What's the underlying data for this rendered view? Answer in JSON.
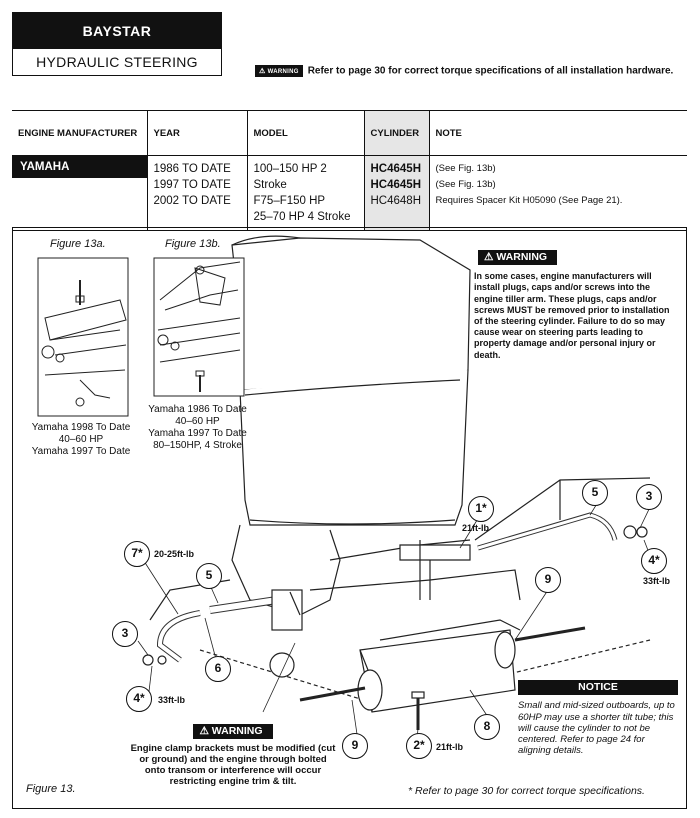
{
  "header": {
    "brand": "BAYSTAR",
    "product": "HYDRAULIC STEERING",
    "warning_badge": "WARNING",
    "torque_note": "Refer to page 30 for correct torque specifications of all installation hardware."
  },
  "table": {
    "headers": {
      "manufacturer": "ENGINE MANUFACTURER",
      "year": "YEAR",
      "model": "MODEL",
      "cylinder": "CYLINDER",
      "note": "NOTE"
    },
    "manufacturer": "YAMAHA",
    "rows": [
      {
        "year": "1986 TO DATE",
        "model": "100–150 HP 2 Stroke",
        "cylinder": "HC4645H",
        "note": "(See Fig. 13b)"
      },
      {
        "year": "1997 TO DATE",
        "model": "F75–F150 HP",
        "cylinder": "HC4645H",
        "note": "(See Fig. 13b)"
      },
      {
        "year": "2002 TO DATE",
        "model": "25–70 HP 4 Stroke",
        "cylinder": "HC4648H",
        "note": "Requires Spacer Kit H05090 (See Page 21)."
      }
    ]
  },
  "figures": {
    "fig13a_label": "Figure 13a.",
    "fig13b_label": "Figure 13b.",
    "fig13a_caption": [
      "Yamaha 1998 To Date",
      "40–60 HP",
      "Yamaha 1997 To Date"
    ],
    "fig13b_caption": [
      "Yamaha 1986 To Date",
      "40–60 HP",
      "Yamaha 1997 To Date",
      "80–150HP, 4 Stroke"
    ],
    "main_label": "Figure 13."
  },
  "warning_block": {
    "title": "WARNING",
    "text": "In some cases, engine manufacturers will install plugs, caps and/or screws into the engine tiller arm. These plugs, caps and/or screws MUST be removed prior to installation of the steering cylinder. Failure to do so may cause wear on steering parts leading to property damage and/or personal injury or death."
  },
  "notice_block": {
    "title": "NOTICE",
    "text": "Small and mid-sized outboards, up to 60HP may use a shorter tilt tube; this will cause the cylinder to not be centered. Refer to page 24 for aligning details."
  },
  "clamp_warning": {
    "title": "WARNING",
    "text": "Engine clamp brackets must be modified (cut or ground) and the engine through bolted onto transom or interference will occur restricting engine trim & tilt."
  },
  "callouts": {
    "c1": "1*",
    "c5a": "5",
    "c3a": "3",
    "c4a": "4*",
    "c7": "7*",
    "c5b": "5",
    "c9a": "9",
    "c3b": "3",
    "c6": "6",
    "c4b": "4*",
    "c8": "8",
    "c9b": "9",
    "c2": "2*"
  },
  "torques": {
    "t1": "21ft-lb",
    "t4a": "33ft-lb",
    "t7": "20-25ft-lb",
    "t4b": "33ft-lb",
    "t2": "21ft-lb"
  },
  "footnote": "* Refer to page 30 for correct torque specifications."
}
